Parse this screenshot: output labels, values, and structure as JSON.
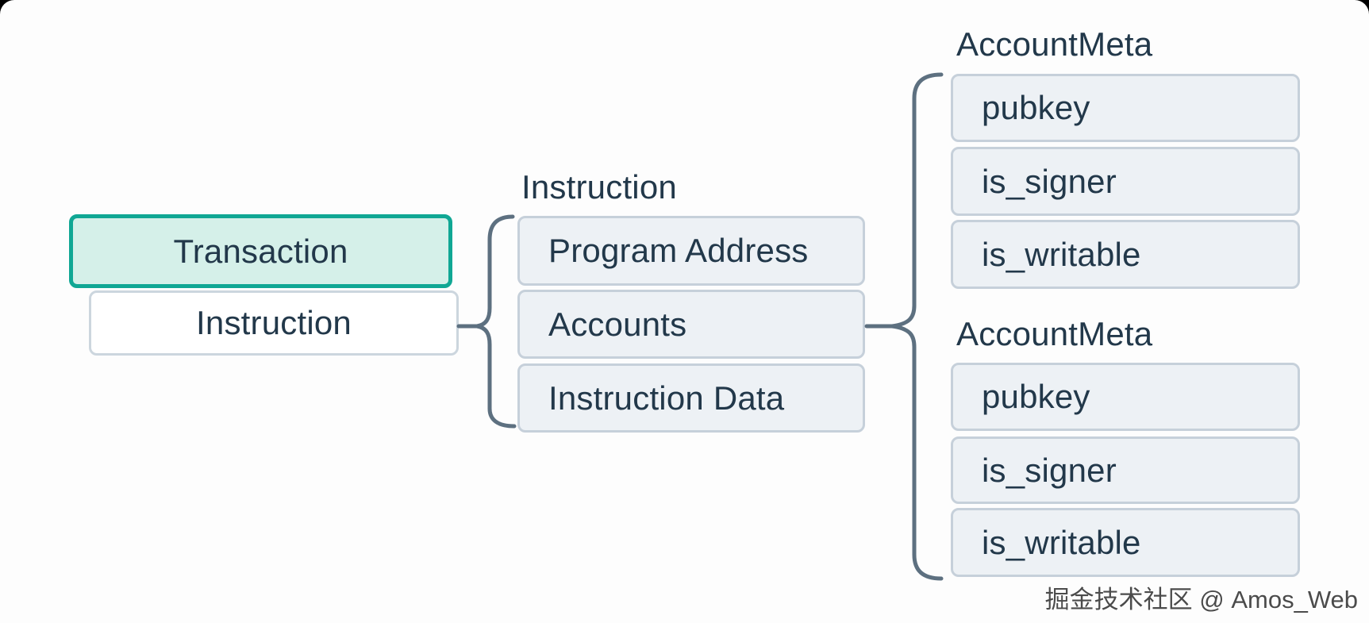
{
  "diagram": {
    "root": {
      "label": "Transaction"
    },
    "root_child": {
      "label": "Instruction"
    },
    "instruction_group": {
      "title": "Instruction",
      "fields": [
        "Program Address",
        "Accounts",
        "Instruction Data"
      ]
    },
    "account_meta_groups": [
      {
        "title": "AccountMeta",
        "fields": [
          "pubkey",
          "is_signer",
          "is_writable"
        ]
      },
      {
        "title": "AccountMeta",
        "fields": [
          "pubkey",
          "is_signer",
          "is_writable"
        ]
      }
    ],
    "colors": {
      "accent_border": "#10a794",
      "accent_fill": "#d5f0e9",
      "field_fill": "#edf1f5",
      "field_border": "#c6d0da",
      "brace": "#5d7080",
      "text": "#22384a",
      "canvas_bg": "#fdfdfd",
      "frame_bg": "#000000"
    },
    "watermark": "掘金技术社区 @ Amos_Web"
  }
}
